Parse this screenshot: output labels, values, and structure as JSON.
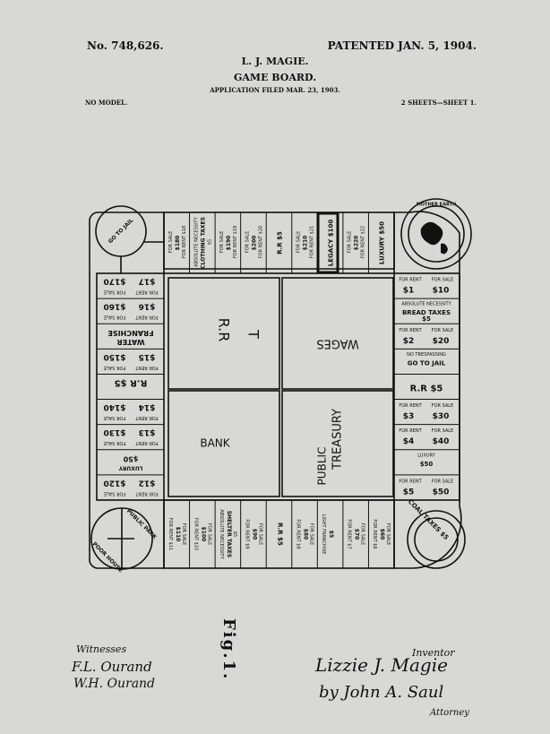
{
  "header": {
    "patent_no": "No. 748,626.",
    "patent_date": "PATENTED JAN. 5, 1904.",
    "inventor": "L. J. MAGIE.",
    "title": "GAME BOARD.",
    "application": "APPLICATION FILED MAR. 23, 1903.",
    "model": "NO MODEL.",
    "sheets": "2 SHEETS—SHEET 1."
  },
  "corners": {
    "top_left": "GO TO JAIL",
    "top_right": "MOTHER EARTH",
    "bottom_left_a": "POOR HOUSE",
    "bottom_left_b": "PUBLIC PARK",
    "bottom_right": "COAL TAXES $5"
  },
  "top_row": [
    {
      "top": "FOR SALE",
      "mid": "$180",
      "bot": "FOR RENT $18"
    },
    {
      "top": "ABSOLUTE NECESSITY",
      "mid": "CLOTHING TAXES",
      "bot": "$5"
    },
    {
      "top": "FOR SALE",
      "mid": "$190",
      "bot": "FOR RENT $19"
    },
    {
      "top": "FOR SALE",
      "mid": "$200",
      "bot": "FOR RENT $20"
    },
    {
      "top": "",
      "mid": "R.R $5",
      "bot": ""
    },
    {
      "top": "FOR SALE",
      "mid": "$210",
      "bot": "FOR RENT $21"
    },
    {
      "top": "",
      "mid": "LEGACY $100",
      "bot": ""
    },
    {
      "top": "FOR SALE",
      "mid": "$220",
      "bot": "FOR RENT $22"
    },
    {
      "top": "",
      "mid": "LUXURY $50",
      "bot": ""
    }
  ],
  "right_col": [
    {
      "a": "FOR RENT",
      "b": "FOR SALE",
      "c": "$1",
      "d": "$10"
    },
    {
      "a": "ABSOLUTE NECESSITY",
      "b": "",
      "c": "BREAD TAXES",
      "d": "$5"
    },
    {
      "a": "FOR RENT",
      "b": "FOR SALE",
      "c": "$2",
      "d": "$20"
    },
    {
      "a": "NO TRESPASSING",
      "b": "",
      "c": "GO TO JAIL",
      "d": ""
    },
    {
      "a": "",
      "b": "",
      "c": "R.R $5",
      "d": ""
    },
    {
      "a": "FOR RENT",
      "b": "FOR SALE",
      "c": "$3",
      "d": "$30"
    },
    {
      "a": "FOR RENT",
      "b": "FOR SALE",
      "c": "$4",
      "d": "$40"
    },
    {
      "a": "LUXURY",
      "b": "",
      "c": "$50",
      "d": ""
    },
    {
      "a": "FOR RENT",
      "b": "FOR SALE",
      "c": "$5",
      "d": "$50"
    }
  ],
  "left_col": [
    {
      "a": "FOR SALE",
      "b": "FOR RENT",
      "c": "$170",
      "d": "$17"
    },
    {
      "a": "FOR SALE",
      "b": "FOR RENT",
      "c": "$160",
      "d": "$16"
    },
    {
      "a": "WATER",
      "b": "",
      "c": "FRANCHISE",
      "d": ""
    },
    {
      "a": "FOR SALE",
      "b": "FOR RENT",
      "c": "$150",
      "d": "$15"
    },
    {
      "a": "",
      "b": "",
      "c": "R.R $5",
      "d": ""
    },
    {
      "a": "FOR SALE",
      "b": "FOR RENT",
      "c": "$140",
      "d": "$14"
    },
    {
      "a": "FOR SALE",
      "b": "FOR RENT",
      "c": "$130",
      "d": "$13"
    },
    {
      "a": "LUXURY",
      "b": "",
      "c": "$50",
      "d": ""
    },
    {
      "a": "FOR SALE",
      "b": "FOR RENT",
      "c": "$120",
      "d": "$12"
    }
  ],
  "bottom_row": [
    {
      "top": "FOR RENT $11",
      "mid": "$110",
      "bot": "FOR SALE"
    },
    {
      "top": "FOR RENT $10",
      "mid": "$100",
      "bot": "FOR SALE"
    },
    {
      "top": "ABSOLUTE NECESSITY",
      "mid": "SHELTER TAXES",
      "bot": "$5"
    },
    {
      "top": "FOR RENT $9",
      "mid": "$90",
      "bot": "FOR SALE"
    },
    {
      "top": "",
      "mid": "R.R $5",
      "bot": ""
    },
    {
      "top": "FOR RENT $8",
      "mid": "$80",
      "bot": "FOR SALE"
    },
    {
      "top": "LIGHT FRANCHISE",
      "mid": "$5",
      "bot": ""
    },
    {
      "top": "FOR RENT $7",
      "mid": "$70",
      "bot": "FOR SALE"
    },
    {
      "top": "FOR RENT $6",
      "mid": "$60",
      "bot": "FOR SALE"
    }
  ],
  "center": {
    "rr": "R.R",
    "t": "T",
    "wages": "WAGES",
    "bank": "BANK",
    "public": "PUBLIC",
    "treasury": "TREASURY"
  },
  "fig": "Fig.1.",
  "signatures": {
    "witnesses_label": "Witnesses",
    "witness_1": "F.L. Ourand",
    "witness_2": "W.H. Ourand",
    "inventor_label": "Inventor",
    "inventor_sig": "Lizzie J. Magie",
    "by_attorney": "by John A. Saul",
    "attorney_label": "Attorney"
  }
}
